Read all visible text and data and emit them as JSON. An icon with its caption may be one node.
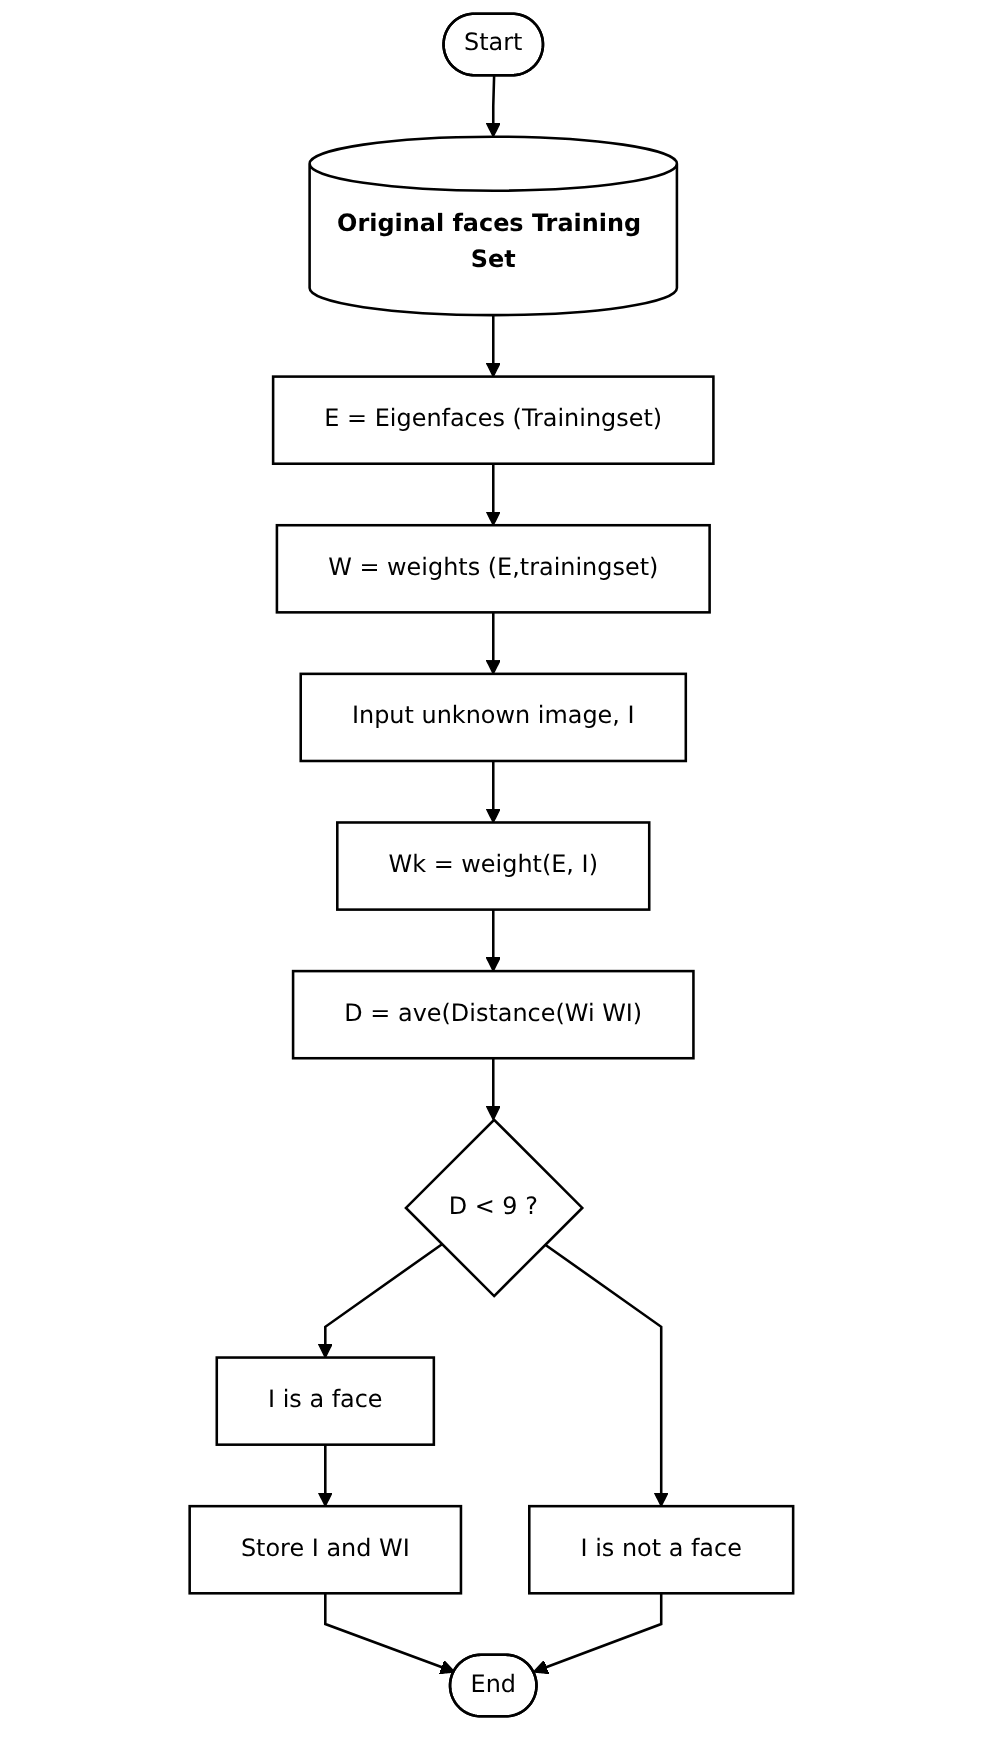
{
  "diagram": {
    "nodes": [
      {
        "text": [
          "Start"
        ]
      },
      {
        "text": [
          "Original faces Training Set"
        ]
      },
      {
        "text": [
          "E = Eigenfaces (Trainingset)"
        ]
      },
      {
        "text": [
          "W = weights (E,trainingset)"
        ]
      },
      {
        "text": [
          "Input unknown image, I"
        ]
      },
      {
        "text": [
          "Wk = weight(E, I)"
        ]
      },
      {
        "text": [
          "D = ave(Distance(Wi WI)"
        ]
      },
      {
        "text": [
          "D < 9 ?"
        ]
      },
      {
        "text": [
          "I is a face"
        ]
      },
      {
        "text": [
          "I is not a face"
        ]
      },
      {
        "text": [
          "Store I and WI"
        ]
      },
      {
        "text": [
          "End"
        ]
      }
    ],
    "edges": [
      {
        "from": 0,
        "to": 1,
        "arrow": "to"
      },
      {
        "from": 1,
        "to": 2,
        "arrow": "to"
      },
      {
        "from": 2,
        "to": 3,
        "arrow": "to"
      },
      {
        "from": 3,
        "to": 4,
        "arrow": "to"
      },
      {
        "from": 4,
        "to": 5,
        "arrow": "to"
      },
      {
        "from": 5,
        "to": 6,
        "arrow": "to"
      },
      {
        "from": 6,
        "to": 7,
        "arrow": "to"
      },
      {
        "from": 7,
        "to": 8,
        "arrow": "to"
      },
      {
        "from": 7,
        "to": 9,
        "arrow": "to"
      },
      {
        "from": 8,
        "to": 10,
        "arrow": "to"
      },
      {
        "from": 10,
        "to": 11,
        "arrow": "to"
      },
      {
        "from": 9,
        "to": 11,
        "arrow": "to"
      }
    ]
  }
}
